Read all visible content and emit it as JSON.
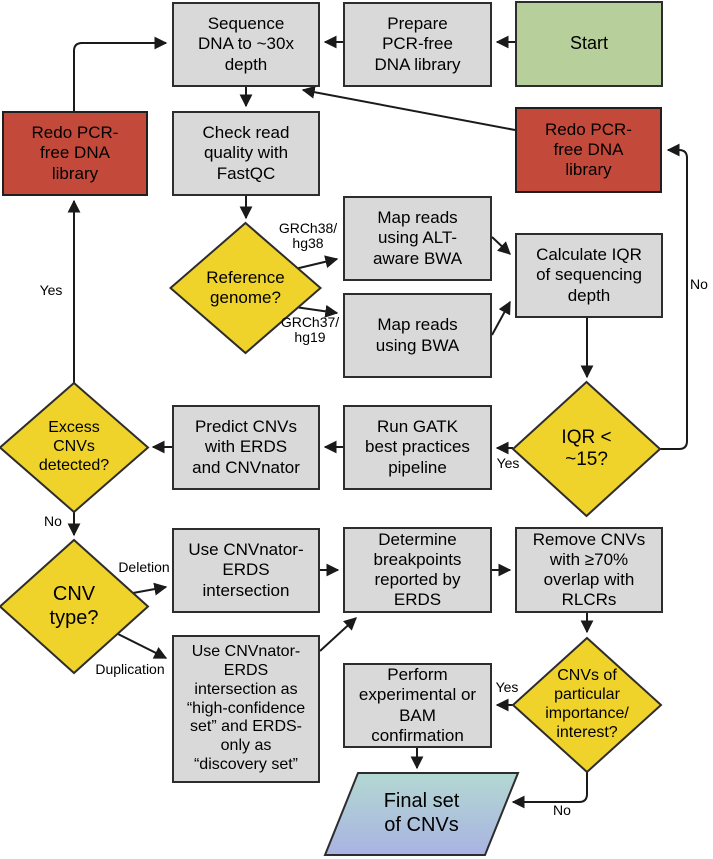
{
  "nodes": {
    "start": {
      "label": "Start"
    },
    "prepare_library": {
      "label": "Prepare\nPCR-free\nDNA library"
    },
    "sequence_dna": {
      "label": "Sequence\nDNA to ~30x\ndepth"
    },
    "redo_library_left": {
      "label": "Redo PCR-\nfree DNA\nlibrary"
    },
    "redo_library_right": {
      "label": "Redo PCR-\nfree DNA\nlibrary"
    },
    "check_quality": {
      "label": "Check read\nquality with\nFastQC"
    },
    "reference_genome": {
      "label": "Reference\ngenome?"
    },
    "map_alt_bwa": {
      "label": "Map reads\nusing ALT-\naware BWA"
    },
    "map_bwa": {
      "label": "Map reads\nusing BWA"
    },
    "calculate_iqr": {
      "label": "Calculate IQR\nof sequencing\ndepth"
    },
    "iqr_check": {
      "label": "IQR <\n~15?"
    },
    "run_gatk": {
      "label": "Run GATK\nbest practices\npipeline"
    },
    "predict_cnvs": {
      "label": "Predict CNVs\nwith ERDS\nand CNVnator"
    },
    "excess_cnvs": {
      "label": "Excess\nCNVs\ndetected?"
    },
    "cnv_type": {
      "label": "CNV\ntype?"
    },
    "use_intersection": {
      "label": "Use CNVnator-\nERDS\nintersection"
    },
    "use_intersection_discovery": {
      "label": "Use CNVnator-\nERDS\nintersection as\n“high-confidence\nset” and ERDS-\nonly as\n“discovery set”"
    },
    "determine_breakpoints": {
      "label": "Determine\nbreakpoints\nreported by\nERDS"
    },
    "remove_rlcr": {
      "label": "Remove CNVs\nwith ≥70%\noverlap with\nRLCRs"
    },
    "cnvs_importance": {
      "label": "CNVs of\nparticular\nimportance/\ninterest?"
    },
    "perform_confirmation": {
      "label": "Perform\nexperimental or\nBAM\nconfirmation"
    },
    "final_set": {
      "label": "Final set\nof CNVs"
    }
  },
  "edge_labels": {
    "grch38": "GRCh38/\nhg38",
    "grch37": "GRCh37/\nhg19",
    "excess_yes": "Yes",
    "excess_no": "No",
    "iqr_yes": "Yes",
    "iqr_no": "No",
    "deletion": "Deletion",
    "duplication": "Duplication",
    "importance_yes": "Yes",
    "importance_no": "No"
  },
  "colors": {
    "process_fill": "#d9d9d9",
    "decision_fill": "#f0d32a",
    "redo_fill": "#c3493b",
    "start_fill": "#b7cf9b",
    "final_gradient_top": "#b3d8d2",
    "final_gradient_bottom": "#a9b3e2",
    "border": "#2d2d2d",
    "arrow": "#1a1a1a"
  }
}
